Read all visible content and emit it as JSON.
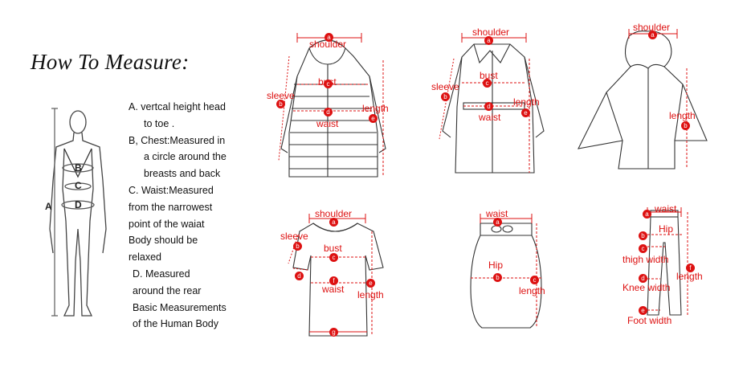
{
  "title": "How To Measure:",
  "instructions": [
    {
      "text": "A. vertcal height head",
      "indent": 0
    },
    {
      "text": "to toe .",
      "indent": 1
    },
    {
      "text": "B, Chest:Measured in",
      "indent": 0
    },
    {
      "text": "a circle around the",
      "indent": 1
    },
    {
      "text": "breasts and back",
      "indent": 1
    },
    {
      "text": "C. Waist:Measured",
      "indent": 0
    },
    {
      "text": "from the narrowest",
      "indent": 0
    },
    {
      "text": "point of the waiat",
      "indent": 0
    },
    {
      "text": "Body should be",
      "indent": 0
    },
    {
      "text": "relaxed",
      "indent": 0
    },
    {
      "text": "D. Measured",
      "indent": 2
    },
    {
      "text": "around the rear",
      "indent": 2
    },
    {
      "text": "Basic Measurements",
      "indent": 2
    },
    {
      "text": "of the Human Body",
      "indent": 2
    }
  ],
  "body_figure": {
    "a": "A",
    "b": "B",
    "c": "C",
    "d": "D"
  },
  "coat1": {
    "a": "a",
    "b": "b",
    "c": "c",
    "d": "d",
    "e": "e",
    "shoulder": "shoulder",
    "sleeve": "sleeve",
    "bust": "bust",
    "waist": "waist",
    "length": "length"
  },
  "coat2": {
    "a": "a",
    "b": "b",
    "c": "c",
    "d": "d",
    "e": "e",
    "shoulder": "shoulder",
    "sleeve": "sleeve",
    "bust": "bust",
    "waist": "waist",
    "length": "length"
  },
  "cape": {
    "a": "a",
    "b": "b",
    "shoulder": "shoulder",
    "length": "length"
  },
  "dress": {
    "a": "a",
    "b": "b",
    "c": "c",
    "d": "d",
    "e": "e",
    "f": "f",
    "g": "g",
    "shoulder": "shoulder",
    "sleeve": "sleeve",
    "bust": "bust",
    "waist": "waist",
    "length": "length"
  },
  "skirt": {
    "a": "a",
    "b": "b",
    "c": "c",
    "waist": "waist",
    "hip": "Hip",
    "length": "length"
  },
  "pants": {
    "a": "a",
    "b": "b",
    "c": "c",
    "d": "d",
    "e": "e",
    "f": "f",
    "waist": "waist",
    "hip": "Hip",
    "thigh": "thigh width",
    "knee": "Knee width",
    "foot": "Foot width",
    "length": "length"
  },
  "colors": {
    "accent": "#d11111",
    "line": "#333333"
  }
}
